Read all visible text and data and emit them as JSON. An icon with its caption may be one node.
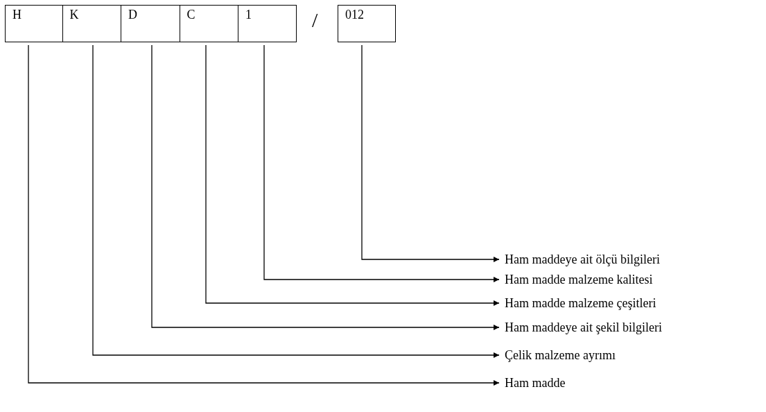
{
  "diagram": {
    "nodes": [
      {
        "text": [
          "H"
        ]
      },
      {
        "text": [
          "K"
        ]
      },
      {
        "text": [
          "D"
        ]
      },
      {
        "text": [
          "C"
        ]
      },
      {
        "text": [
          "1"
        ]
      },
      {
        "text": [
          "012"
        ]
      },
      {
        "text": [
          "Ham maddeye ait ölçü bilgileri"
        ]
      },
      {
        "text": [
          "Ham madde malzeme kalitesi"
        ]
      },
      {
        "text": [
          "Ham madde malzeme çeşitleri"
        ]
      },
      {
        "text": [
          "Ham maddeye ait şekil bilgileri"
        ]
      },
      {
        "text": [
          "Çelik malzeme ayrımı"
        ]
      },
      {
        "text": [
          "Ham madde"
        ]
      }
    ],
    "edges": [
      {
        "from": 5,
        "to": 6,
        "arrow": "to"
      },
      {
        "from": 4,
        "to": 7,
        "arrow": "to"
      },
      {
        "from": 3,
        "to": 8,
        "arrow": "to"
      },
      {
        "from": 2,
        "to": 9,
        "arrow": "to"
      },
      {
        "from": 1,
        "to": 10,
        "arrow": "to"
      },
      {
        "from": 0,
        "to": 11,
        "arrow": "to"
      }
    ],
    "labels": [
      "/"
    ]
  }
}
